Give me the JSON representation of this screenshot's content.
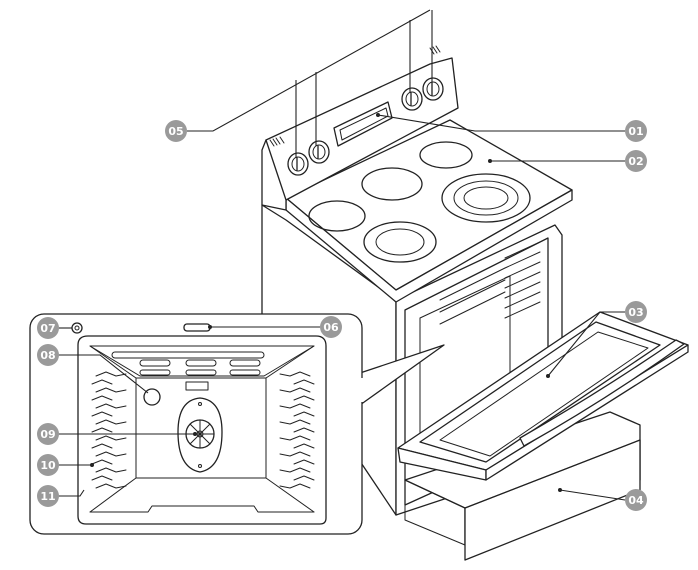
{
  "colors": {
    "badge_fill": "#9a9a9a",
    "badge_text": "#ffffff",
    "line": "#222222",
    "background": "#ffffff"
  },
  "callouts": {
    "c01": "01",
    "c02": "02",
    "c03": "03",
    "c04": "04",
    "c05": "05",
    "c06": "06",
    "c07": "07",
    "c08": "08",
    "c09": "09",
    "c10": "10",
    "c11": "11"
  }
}
